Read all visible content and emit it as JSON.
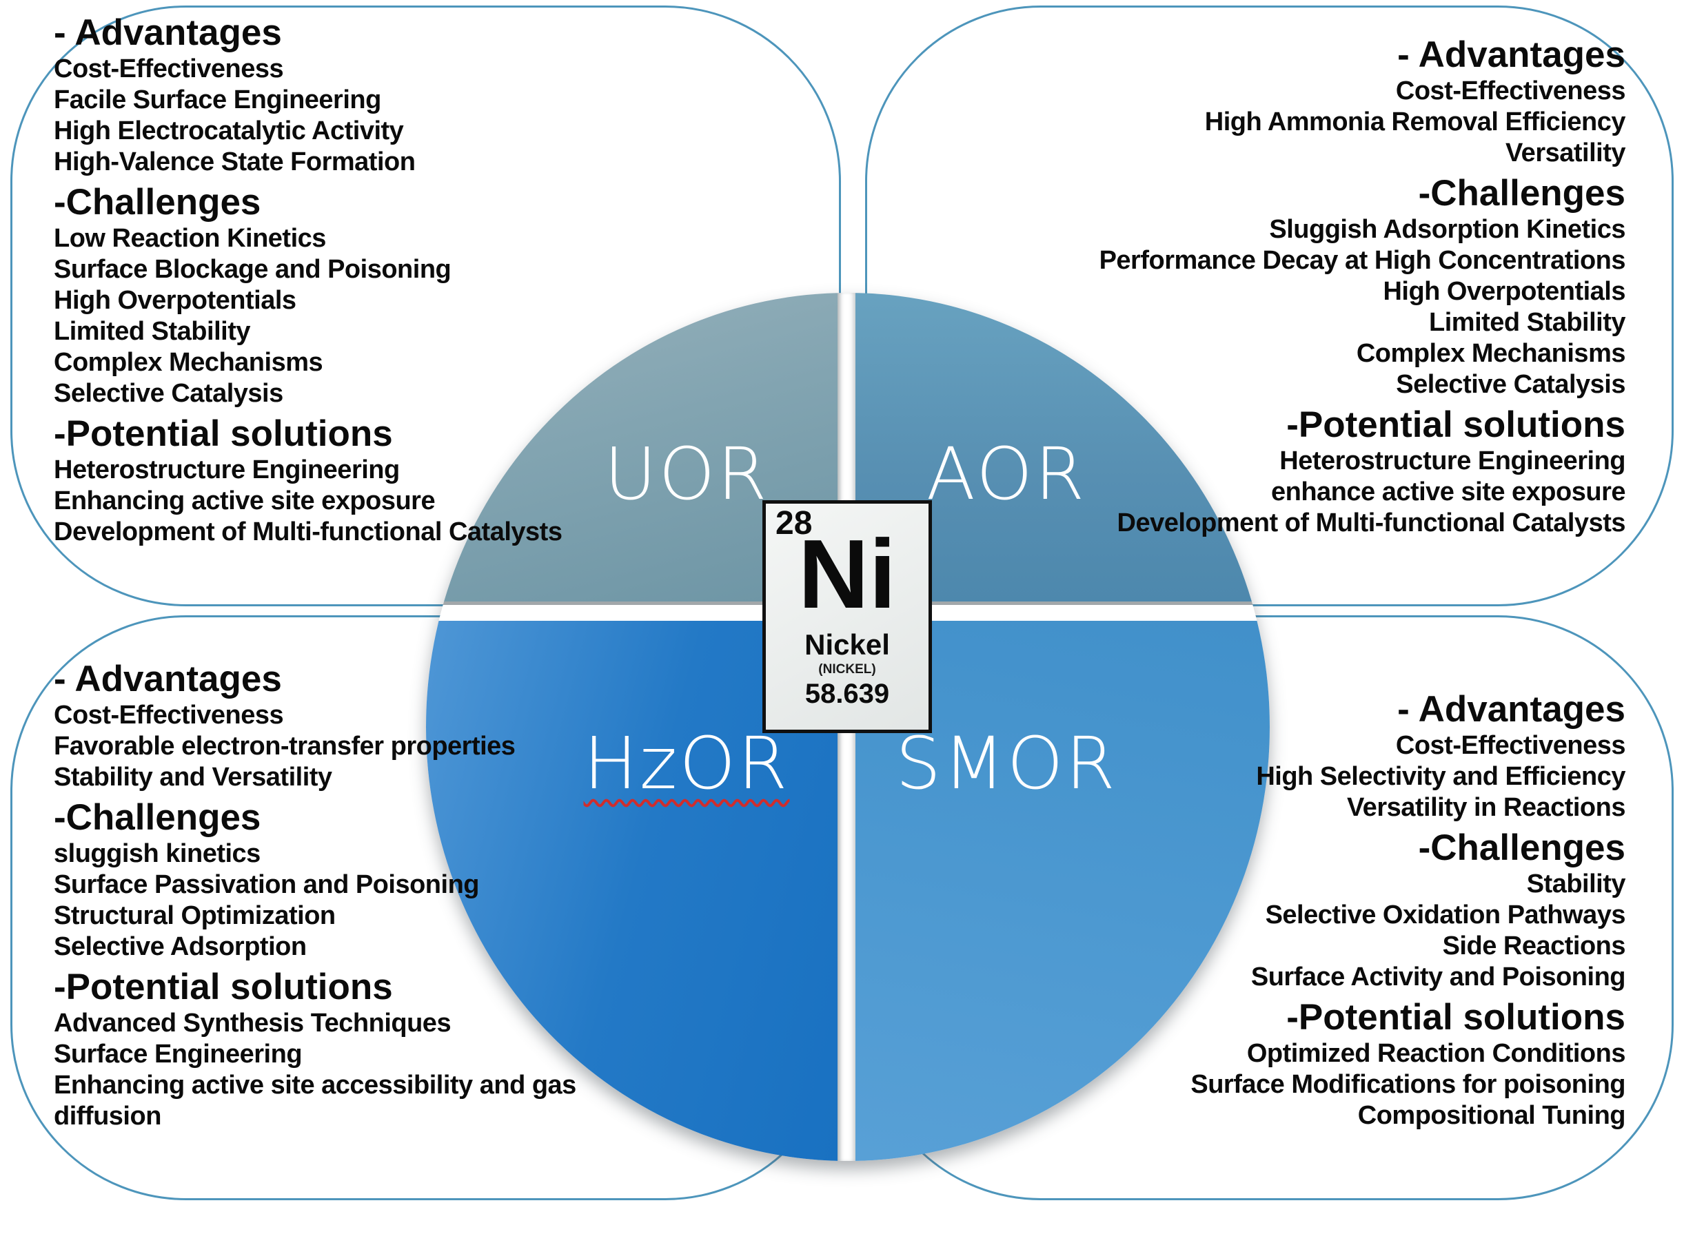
{
  "colors": {
    "box_border": "#4d95bb",
    "text": "#0b0b0b",
    "label_text": "#ffffff",
    "underline_squiggle": "#cf2d2d",
    "tile_border": "#101010",
    "tile_background": "#e9ebea",
    "uor_gradient": "linear-gradient(165deg, #96b1bb 0%, #82a4b1 45%, #6d95a5 100%)",
    "aor_gradient": "linear-gradient(180deg, #68a2c0 0%, #578fb2 60%, #4d88ad 100%)",
    "hzor_gradient": "linear-gradient(105deg, #4f97d6 0%, #2379c6 50%, #1971c1 100%)",
    "smor_gradient": "linear-gradient(190deg, #4190ca 0%, #4d99d1 55%, #58a0d6 100%)"
  },
  "circle": {
    "labels": {
      "uor": "UOR",
      "aor": "AOR",
      "hzor": "HzOR",
      "smor": "SMOR"
    }
  },
  "element_tile": {
    "atomic_number": "28",
    "symbol": "Ni",
    "name": "Nickel",
    "name_alt": "(NICKEL)",
    "atomic_mass": "58.639"
  },
  "quadrant_boxes": {
    "uor": {
      "sections": [
        {
          "heading": "- Advantages",
          "items": [
            "Cost-Effectiveness",
            "Facile Surface Engineering",
            "High Electrocatalytic Activity",
            "High-Valence State Formation"
          ]
        },
        {
          "heading": "-Challenges",
          "items": [
            "Low Reaction Kinetics",
            "Surface Blockage and Poisoning",
            "High Overpotentials",
            "Limited Stability",
            "Complex Mechanisms",
            "Selective Catalysis"
          ]
        },
        {
          "heading": "-Potential solutions",
          "items": [
            "Heterostructure Engineering",
            "Enhancing active site exposure",
            "Development of Multi-functional Catalysts"
          ]
        }
      ]
    },
    "aor": {
      "sections": [
        {
          "heading": "- Advantages",
          "items": [
            "Cost-Effectiveness",
            "High Ammonia Removal Efficiency",
            "Versatility"
          ]
        },
        {
          "heading": "-Challenges",
          "items": [
            "Sluggish Adsorption Kinetics",
            "Performance Decay at High Concentrations",
            "High Overpotentials",
            "Limited Stability",
            "Complex Mechanisms",
            "Selective Catalysis"
          ]
        },
        {
          "heading": "-Potential solutions",
          "items": [
            "Heterostructure Engineering",
            "enhance active site exposure",
            "Development of Multi-functional Catalysts"
          ]
        }
      ]
    },
    "hzor": {
      "sections": [
        {
          "heading": "- Advantages",
          "items": [
            "Cost-Effectiveness",
            "Favorable electron-transfer properties",
            "Stability and Versatility"
          ]
        },
        {
          "heading": "-Challenges",
          "items": [
            "sluggish kinetics",
            "Surface Passivation and Poisoning",
            "Structural Optimization",
            "Selective Adsorption"
          ]
        },
        {
          "heading": "-Potential solutions",
          "items": [
            "Advanced Synthesis Techniques",
            "Surface Engineering",
            "Enhancing active site accessibility and gas diffusion"
          ]
        }
      ]
    },
    "smor": {
      "sections": [
        {
          "heading": "- Advantages",
          "items": [
            "Cost-Effectiveness",
            "High Selectivity and Efficiency",
            "Versatility in Reactions"
          ]
        },
        {
          "heading": "-Challenges",
          "items": [
            "Stability",
            "Selective Oxidation Pathways",
            "Side Reactions",
            "Surface Activity and Poisoning"
          ]
        },
        {
          "heading": "-Potential solutions",
          "items": [
            "Optimized Reaction Conditions",
            "Surface Modifications for poisoning",
            "Compositional Tuning"
          ]
        }
      ]
    }
  }
}
